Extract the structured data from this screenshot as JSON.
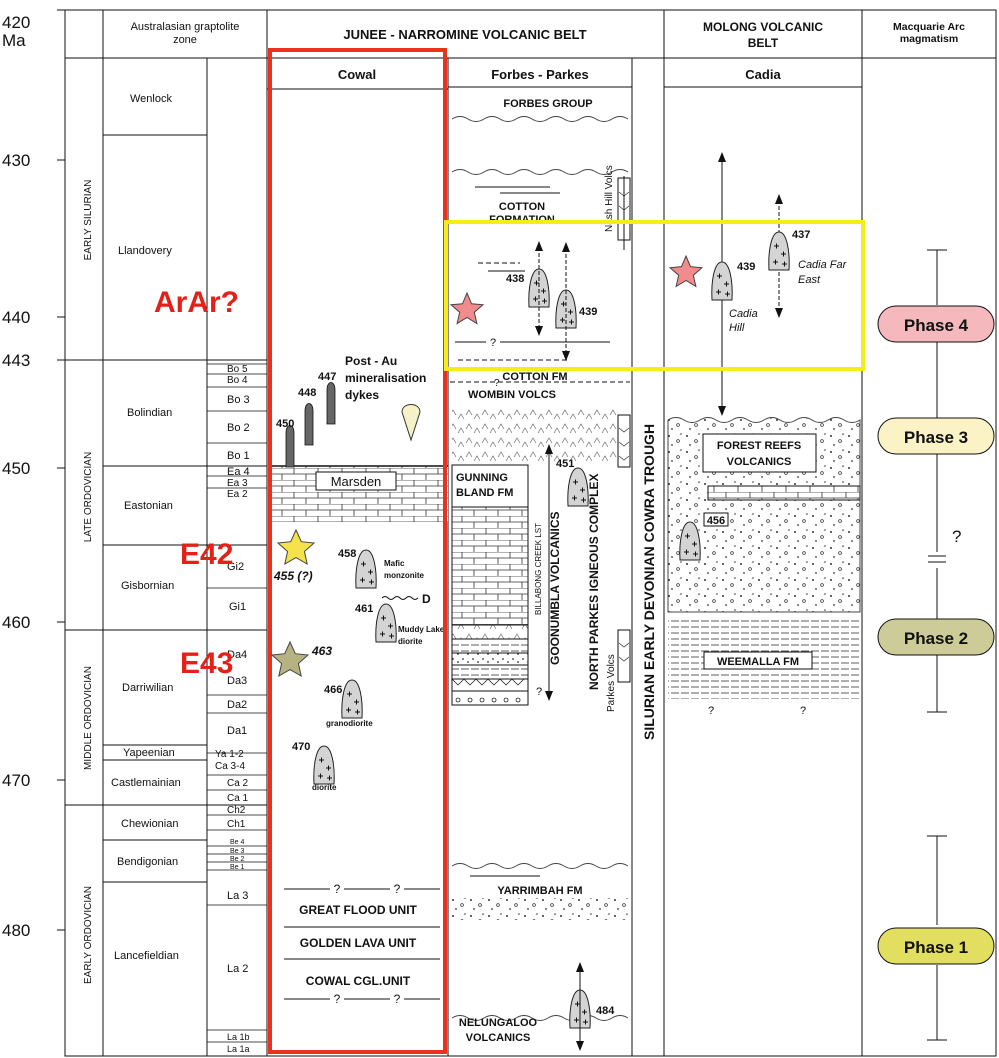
{
  "headers": {
    "age": [
      "420",
      "Ma"
    ],
    "zone": [
      "Australasian graptolite",
      "zone"
    ],
    "jn_belt": "JUNEE - NARROMINE VOLCANIC BELT",
    "molong": [
      "MOLONG VOLCANIC",
      "BELT"
    ],
    "arc": [
      "Macquarie Arc",
      "magmatism"
    ],
    "cowal": "Cowal",
    "forbes": "Forbes - Parkes",
    "cadia": "Cadia"
  },
  "ages": [
    "430",
    "440",
    "443",
    "450",
    "460",
    "470",
    "480"
  ],
  "epochs": [
    "EARLY SILURIAN",
    "LATE ORDOVICIAN",
    "MIDDLE ORDOVICIAN",
    "EARLY ORDOVICIAN"
  ],
  "stages": [
    "Wenlock",
    "Llandovery",
    "Bolindian",
    "Eastonian",
    "Gisbornian",
    "Darriwilian",
    "Yapeenian",
    "Castlemainian",
    "Chewionian",
    "Bendigonian",
    "Lancefieldian"
  ],
  "zones": [
    "Bo 5",
    "Bo 4",
    "Bo 3",
    "Bo 2",
    "Bo 1",
    "Ea 4",
    "Ea 3",
    "Ea 2",
    "Gi2",
    "Gi1",
    "Da4",
    "Da3",
    "Da2",
    "Da1",
    "Ya 1-2",
    "Ca 3-4",
    "Ca 2",
    "Ca 1",
    "Ch2",
    "Ch1",
    "Be 4",
    "Be 3",
    "Be 2",
    "Be 1",
    "La 3",
    "La 2",
    "La 1b",
    "La 1a"
  ],
  "overlay": {
    "arar": "ArAr?",
    "e42": "E42",
    "e43": "E43"
  },
  "cowal": {
    "dykes": [
      "Post - Au",
      "mineralisation",
      "dykes"
    ],
    "marsden": "Marsden",
    "mafic": [
      "Mafic",
      "monzonite"
    ],
    "muddy": [
      "Muddy Lake",
      "diorite"
    ],
    "d": "D",
    "grano": "granodiorite",
    "diorite": "diorite",
    "ages": {
      "a447": "447",
      "a448": "448",
      "a450": "450",
      "a455": "455 (?)",
      "a458": "458",
      "a461": "461",
      "a463": "463",
      "a466": "466",
      "a470": "470"
    },
    "units": [
      "GREAT FLOOD UNIT",
      "GOLDEN LAVA UNIT",
      "COWAL CGL.UNIT"
    ],
    "q": "?"
  },
  "forbes": {
    "forbes_group": "FORBES GROUP",
    "cotton": [
      "COTTON",
      "FORMATION"
    ],
    "nash": "Nash Hill Volcs",
    "cotton_fm": "COTTON FM",
    "wombin": "WOMBIN VOLCS",
    "gunning": [
      "GUNNING",
      "BLAND FM"
    ],
    "billabong": "BILLABONG CREEK LST",
    "goonumbla": "GOONUMBLA VOLCANICS",
    "north_parkes": "NORTH PARKES IGNEOUS COMPLEX",
    "parkes_volcs": "Parkes Volcs",
    "yarrimbah": "YARRIMBAH FM",
    "nelungaloo": [
      "NELUNGALOO",
      "VOLCANICS"
    ],
    "ages": {
      "a438": "438",
      "a439": "439",
      "a451": "451",
      "a484": "484"
    },
    "q": "?"
  },
  "trough": "SILURIAN EARLY DEVONIAN COWRA TROUGH",
  "cadia": {
    "ages": {
      "a437": "437",
      "a439": "439",
      "a456": "456"
    },
    "cadia_far_east": [
      "Cadia Far",
      "East"
    ],
    "cadia_hill": [
      "Cadia",
      "Hill"
    ],
    "forest_reefs": [
      "FOREST REEFS",
      "VOLCANICS"
    ],
    "weemalla": "WEEMALLA FM",
    "q": "?"
  },
  "phases": {
    "p4": "Phase 4",
    "p3": "Phase 3",
    "p2": "Phase 2",
    "p1": "Phase 1",
    "q": "?"
  },
  "colors": {
    "red_box": "#e8321e",
    "yellow_box": "#f5ec1a",
    "overlay_text": "#e32119",
    "phase4": "#f4b8bd",
    "phase3": "#fbf3c6",
    "phase2": "#cdcc98",
    "phase1": "#e2df60"
  }
}
